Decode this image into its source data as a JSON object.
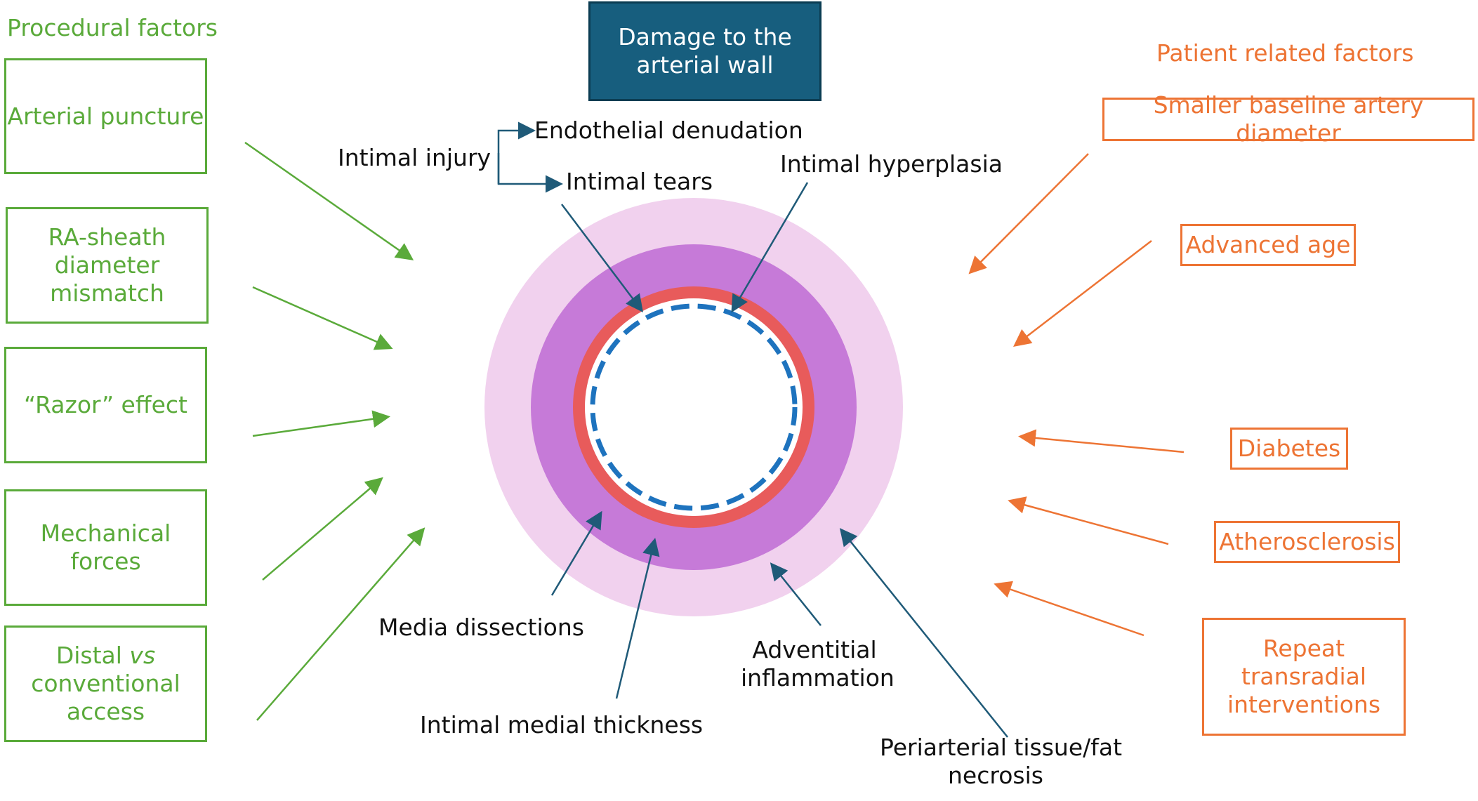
{
  "title": {
    "line1": "Damage to the",
    "line2": "arterial wall"
  },
  "procedural": {
    "heading": "Procedural factors",
    "items": {
      "arterial_puncture": "Arterial puncture",
      "ra_sheath": [
        "RA-sheath",
        "diameter",
        "mismatch"
      ],
      "razor": "“Razor” effect",
      "mechanical": [
        "Mechanical",
        "forces"
      ],
      "distal": {
        "pre": "Distal ",
        "italic": "vs",
        "line2": "conventional",
        "line3": "access"
      }
    }
  },
  "patient": {
    "heading": "Patient related factors",
    "items": {
      "smaller_diameter": "Smaller baseline artery diameter",
      "advanced_age": "Advanced age",
      "diabetes": "Diabetes",
      "atherosclerosis": "Atherosclerosis",
      "repeat": [
        "Repeat",
        "transradial",
        "interventions"
      ]
    }
  },
  "labels": {
    "intimal_injury": "Intimal injury",
    "endothelial_denudation": "Endothelial denudation",
    "intimal_tears": "Intimal tears",
    "intimal_hyperplasia": "Intimal hyperplasia",
    "media_dissections": "Media dissections",
    "intimal_medial_thickness": "Intimal medial thickness",
    "adventitial_inflammation": [
      "Adventitial",
      "inflammation"
    ],
    "periarterial": [
      "Periarterial tissue/fat",
      "necrosis"
    ]
  },
  "colors": {
    "procedural": "#5aaa3a",
    "patient": "#ed7434",
    "title_bg": "#175e7e",
    "pointer": "#1f5a78",
    "outer_ring": "#f1d1ee",
    "media_ring": "#c67ad8",
    "intima_ring": "#e85b5b",
    "endothelium": "#1e73be"
  }
}
